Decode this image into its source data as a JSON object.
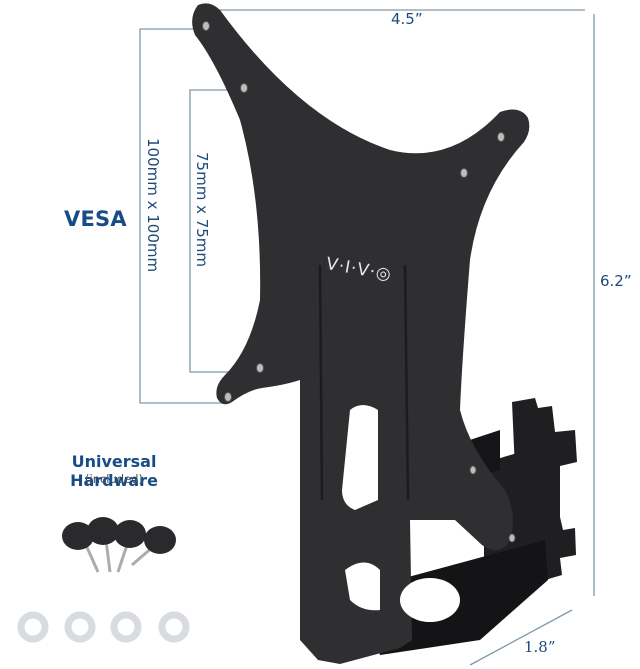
{
  "product": {
    "brand_logo": "V·I·V·◎",
    "color": "#2f2f31"
  },
  "dimensions": {
    "width_label": "4.5”",
    "height_label": "6.2”",
    "depth_label": "1.8”",
    "line_color": "#7f9aa8",
    "text_color": "#1d4a7a"
  },
  "vesa": {
    "title": "VESA",
    "outer_pattern": "100mm x 100mm",
    "inner_pattern": "75mm x 75mm"
  },
  "hardware": {
    "title": "Universal Hardware",
    "subtitle": "(included)",
    "thumb_screw_count": 4,
    "washer_count": 4
  }
}
